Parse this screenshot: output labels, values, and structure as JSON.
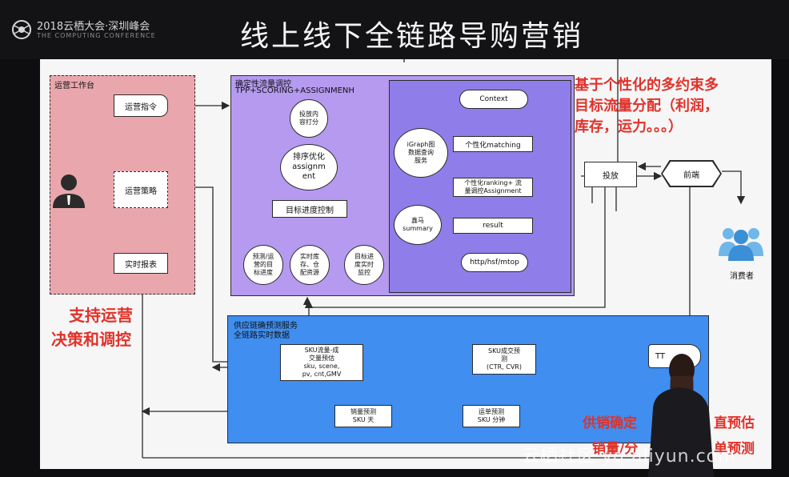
{
  "header": {
    "conference_title": "2018云栖大会·深圳峰会",
    "conference_subtitle": "THE COMPUTING CONFERENCE",
    "slide_title": "线上线下全链路导购营销"
  },
  "ops_panel": {
    "title": "运营工作台",
    "command": "运营指令",
    "strategy": "运营策略",
    "report": "实时报表",
    "caption_line1": "支持运营",
    "caption_line2": "决策和调控"
  },
  "traffic_panel": {
    "title_line1": "确定性流量调控",
    "title_line2": "TPP+SCORING+ASSIGNMENH",
    "delivery_score": "投放内\n容打分",
    "rank_optimize": "排序优化\nassignm\nent",
    "target_control": "目标进度控制",
    "forecast_target": "预测/运\n营的目\n标进度",
    "realtime_inventory": "实时库\n存、仓\n配资源",
    "target_realtime": "目标进\n度实时\n监控"
  },
  "engine_panel": {
    "igraph": "iGraph图\n数据查询\n服务",
    "summary": "鑫马\nsummary",
    "context": "Context",
    "personal_matching": "个性化matching",
    "personal_ranking": "个性化ranking+ 流\n量调控Assignment",
    "result": "result",
    "http": "http/hsf/mtop"
  },
  "right_panel": {
    "annotation_line1": "基于个性化的多约束多",
    "annotation_line2": "目标流量分配（利润，",
    "annotation_line3": "库存，运力。。。）",
    "deliver": "投放",
    "frontend": "前端",
    "consumer": "消费者"
  },
  "supply_panel": {
    "title_line1": "供应链确预测服务",
    "title_line2": "全链路实时数据",
    "sku_traffic": "SKU流量-成\n交量预估\nsku, scene,\npv, cnt,GMV",
    "sku_deal": "SKU成交预\n测\n(CTR, CVR)",
    "tt": "TT",
    "sales_forecast": "销量预测\nSKU 天",
    "order_forecast": "运单预测\nSKU 分钟",
    "caption_line1": "供销确定",
    "caption_line1b": "直预估",
    "caption_line2": "销量/分",
    "caption_line2b": "单预测"
  },
  "watermark": "云栖社区 yq.aliyun.com",
  "colors": {
    "ops_fill": "#e9a7ad",
    "traffic_fill": "#b59af0",
    "engine_fill": "#8f7ee9",
    "supply_fill": "#3f8ef0",
    "accent_red": "#e0322a"
  }
}
